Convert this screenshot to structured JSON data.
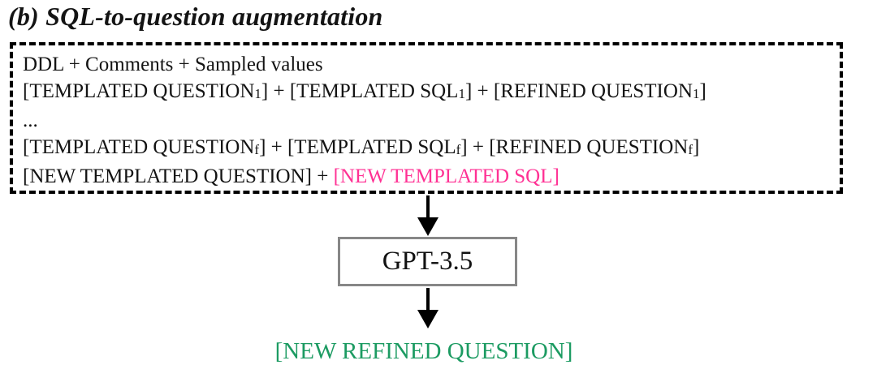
{
  "title": "(b) SQL-to-question augmentation",
  "prompt_box": {
    "lines": [
      {
        "segments": [
          {
            "t": "DDL + Comments + Sampled values"
          }
        ]
      },
      {
        "segments": [
          {
            "t": "[TEMPLATED QUESTION"
          },
          {
            "t": "1",
            "sub": true
          },
          {
            "t": "] + [TEMPLATED SQL"
          },
          {
            "t": "1",
            "sub": true
          },
          {
            "t": "] + [REFINED QUESTION"
          },
          {
            "t": "1",
            "sub": true
          },
          {
            "t": "]"
          }
        ]
      },
      {
        "segments": [
          {
            "t": "..."
          }
        ]
      },
      {
        "segments": [
          {
            "t": "[TEMPLATED QUESTION"
          },
          {
            "t": "f",
            "sub": true
          },
          {
            "t": "] + [TEMPLATED SQL"
          },
          {
            "t": "f",
            "sub": true
          },
          {
            "t": "] + [REFINED QUESTION"
          },
          {
            "t": "f",
            "sub": true
          },
          {
            "t": "]"
          }
        ]
      },
      {
        "segments": [
          {
            "t": "[NEW TEMPLATED QUESTION] + "
          },
          {
            "t": "[NEW TEMPLATED SQL]",
            "color": "pink"
          }
        ]
      }
    ]
  },
  "model_box": {
    "label": "GPT-3.5"
  },
  "output_label": {
    "text": "[NEW REFINED QUESTION]"
  },
  "icons": {
    "arrow_down_1": "arrow-down-icon",
    "arrow_down_2": "arrow-down-icon"
  },
  "colors": {
    "pink": "#ff3194",
    "green": "#1c9b62",
    "black": "#141414",
    "model_box_border": "#878787"
  }
}
